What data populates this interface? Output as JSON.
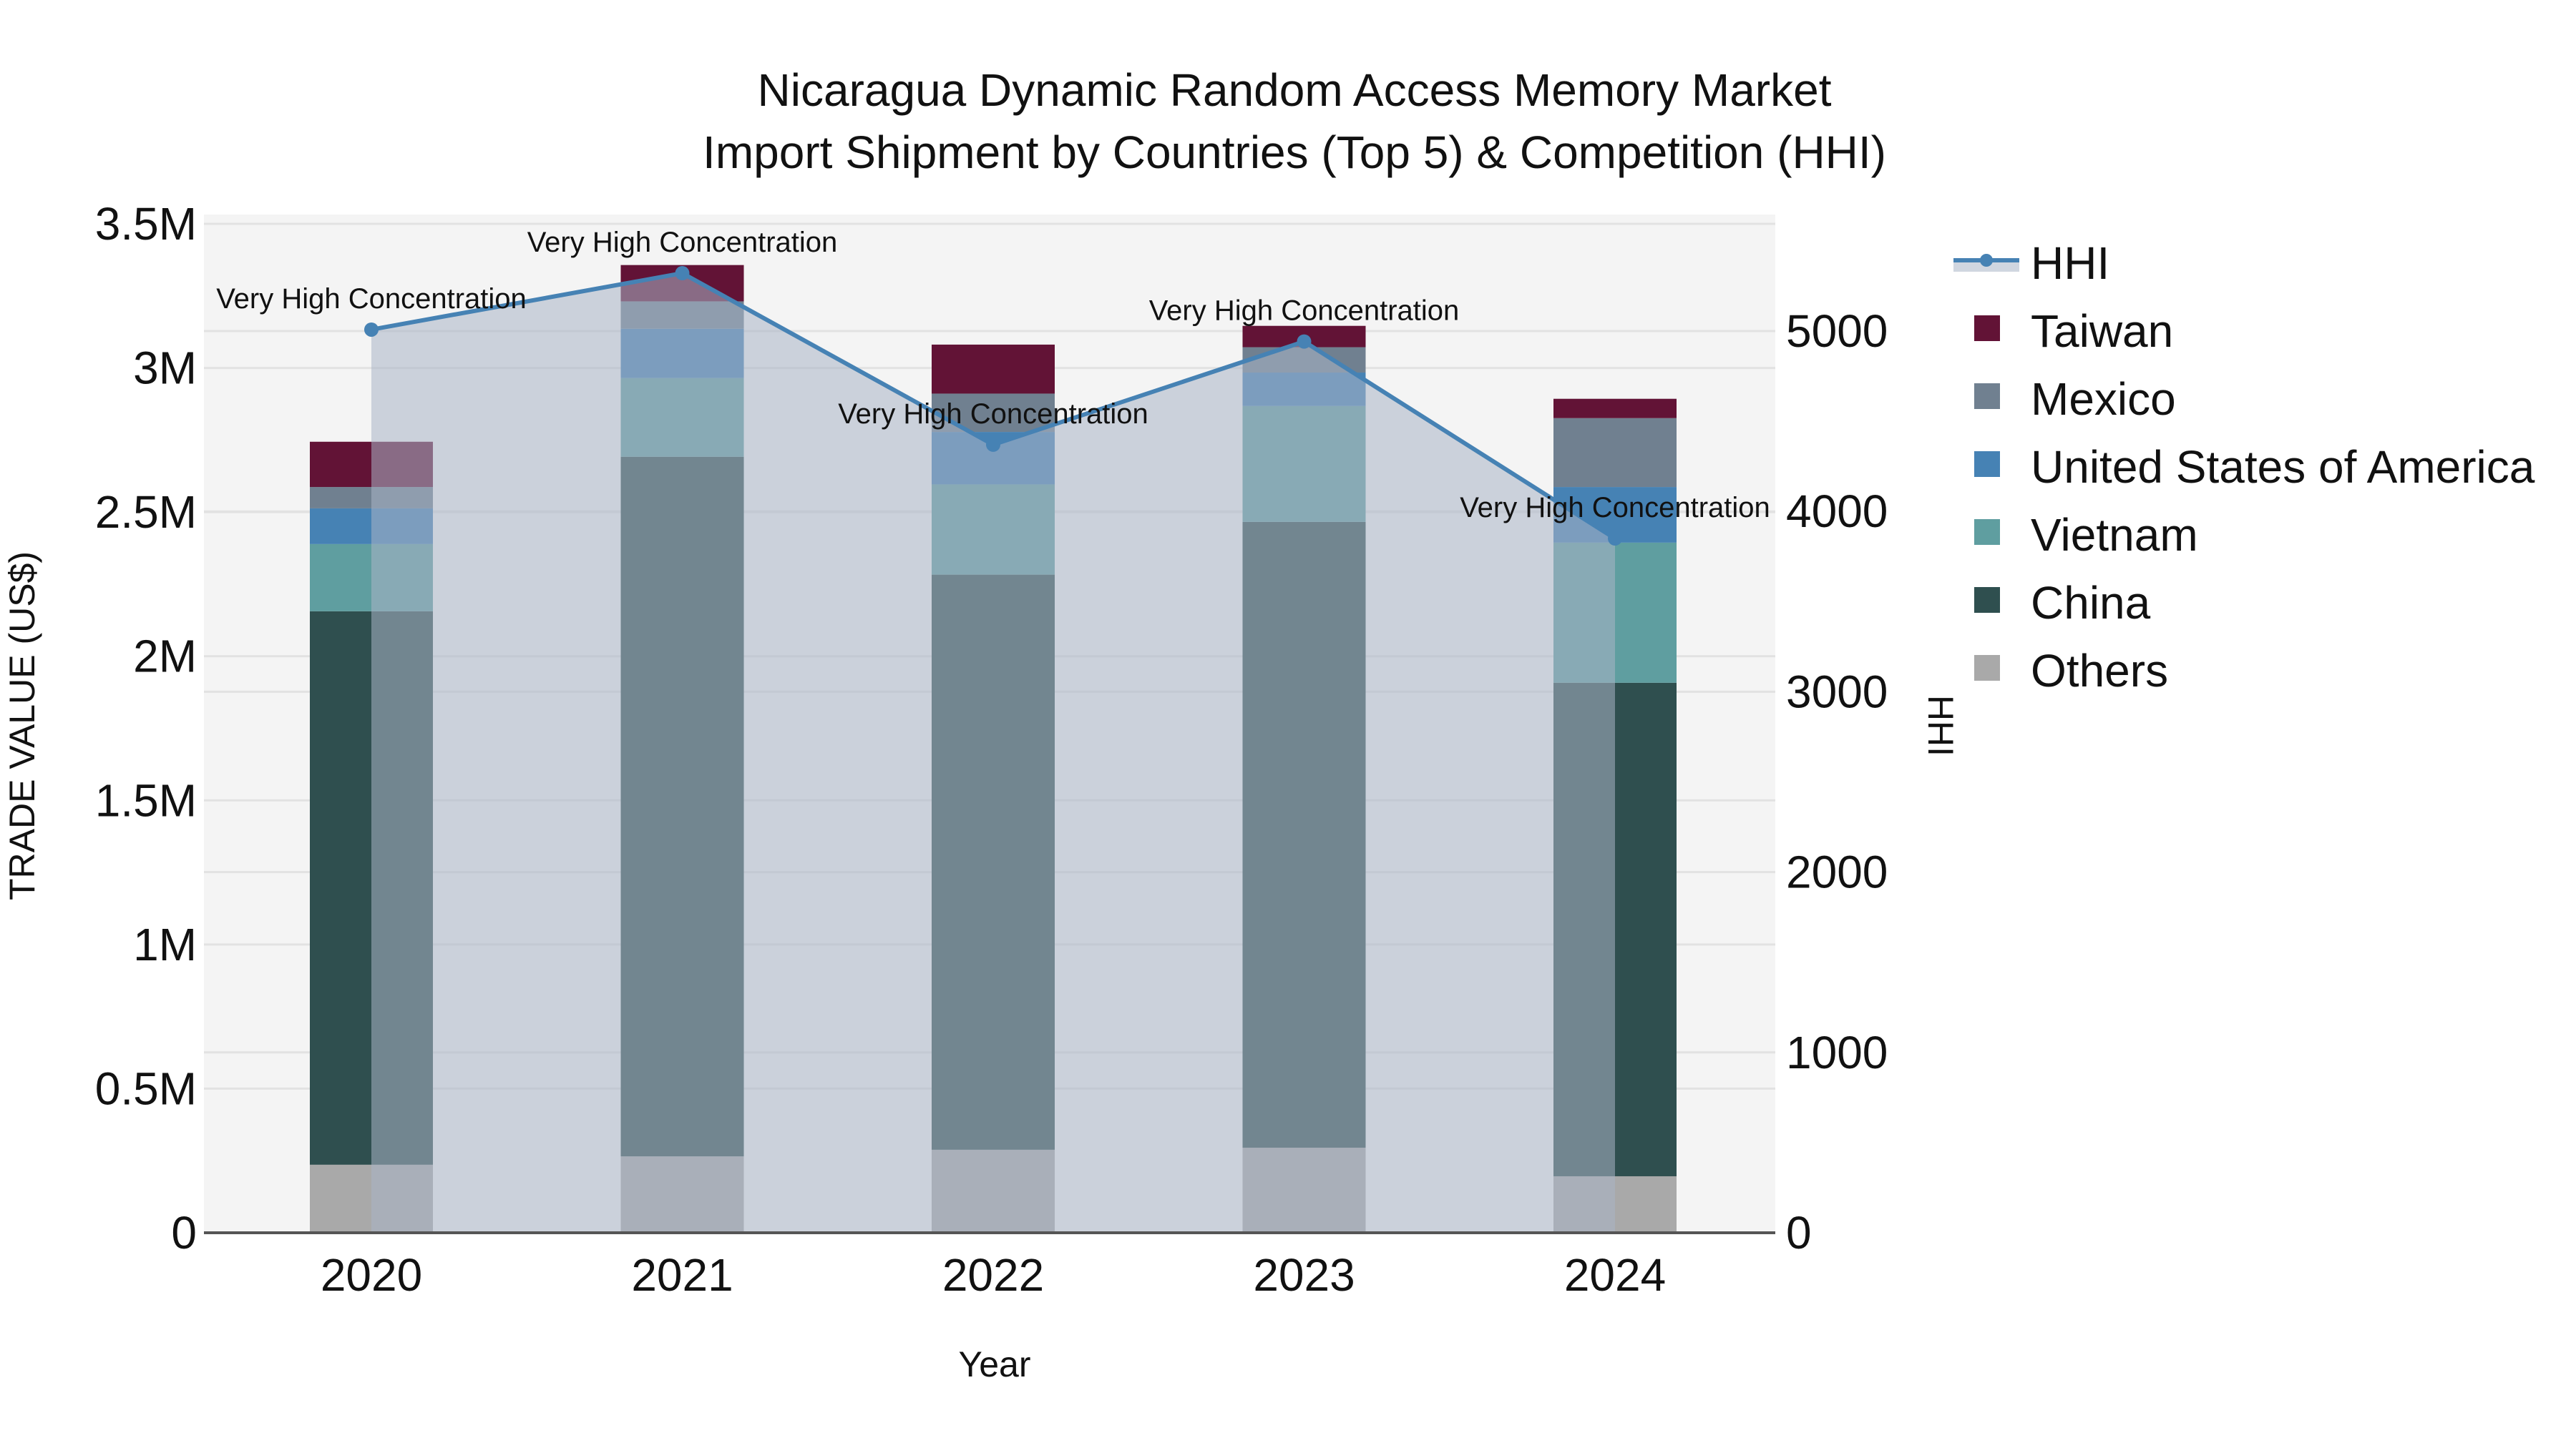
{
  "chart_data": {
    "type": "bar",
    "subtype": "stacked bar + line (dual axis)",
    "title": "Nicaragua Dynamic Random Access Memory Market",
    "subtitle": "Import Shipment by Countries (Top 5) & Competition (HHI)",
    "xlabel": "Year",
    "ylabel": "TRADE VALUE (US$)",
    "y2label": "HHI",
    "categories": [
      "2020",
      "2021",
      "2022",
      "2023",
      "2024"
    ],
    "ylim": [
      0,
      3500000
    ],
    "y2lim": [
      0,
      5650
    ],
    "yticks": [
      {
        "value": 0,
        "label": "0"
      },
      {
        "value": 500000,
        "label": "0.5M"
      },
      {
        "value": 1000000,
        "label": "1M"
      },
      {
        "value": 1500000,
        "label": "1.5M"
      },
      {
        "value": 2000000,
        "label": "2M"
      },
      {
        "value": 2500000,
        "label": "2.5M"
      },
      {
        "value": 3000000,
        "label": "3M"
      },
      {
        "value": 3500000,
        "label": "3.5M"
      }
    ],
    "y2ticks": [
      {
        "value": 0,
        "label": "0"
      },
      {
        "value": 1000,
        "label": "1000"
      },
      {
        "value": 2000,
        "label": "2000"
      },
      {
        "value": 3000,
        "label": "3000"
      },
      {
        "value": 4000,
        "label": "4000"
      },
      {
        "value": 5000,
        "label": "5000"
      }
    ],
    "grid": true,
    "legend_position": "right",
    "series": [
      {
        "name": "Others",
        "color": "#a9a9a9",
        "values": [
          236000,
          265000,
          288000,
          295000,
          196000
        ]
      },
      {
        "name": "China",
        "color": "#2f4f4f",
        "values": [
          1920000,
          2427000,
          1995000,
          2171000,
          1712000
        ]
      },
      {
        "name": "Vietnam",
        "color": "#5f9ea0",
        "values": [
          233000,
          273000,
          313000,
          402000,
          486000
        ]
      },
      {
        "name": "United States of America",
        "color": "#4682b4",
        "values": [
          124000,
          171000,
          182000,
          116000,
          193000
        ]
      },
      {
        "name": "Mexico",
        "color": "#708090",
        "values": [
          74000,
          95000,
          133000,
          88000,
          239000
        ]
      },
      {
        "name": "Taiwan",
        "color": "#621336",
        "values": [
          157000,
          126000,
          170000,
          74000,
          67000
        ]
      }
    ],
    "line_series": {
      "name": "HHI",
      "axis": "y2",
      "color": "#4682b4",
      "fill_color": "rgba(170,180,198,0.55)",
      "values": [
        5008,
        5321,
        4370,
        4942,
        3850
      ],
      "annotations": [
        "Very High Concentration",
        "Very High Concentration",
        "Very High Concentration",
        "Very High Concentration",
        "Very High Concentration"
      ]
    },
    "legend": [
      "HHI",
      "Taiwan",
      "Mexico",
      "United States of America",
      "Vietnam",
      "China",
      "Others"
    ]
  },
  "colors": {
    "plot_bg": "#f4f4f4",
    "grid": "#e2e2e2",
    "axis_line": "#555555"
  }
}
